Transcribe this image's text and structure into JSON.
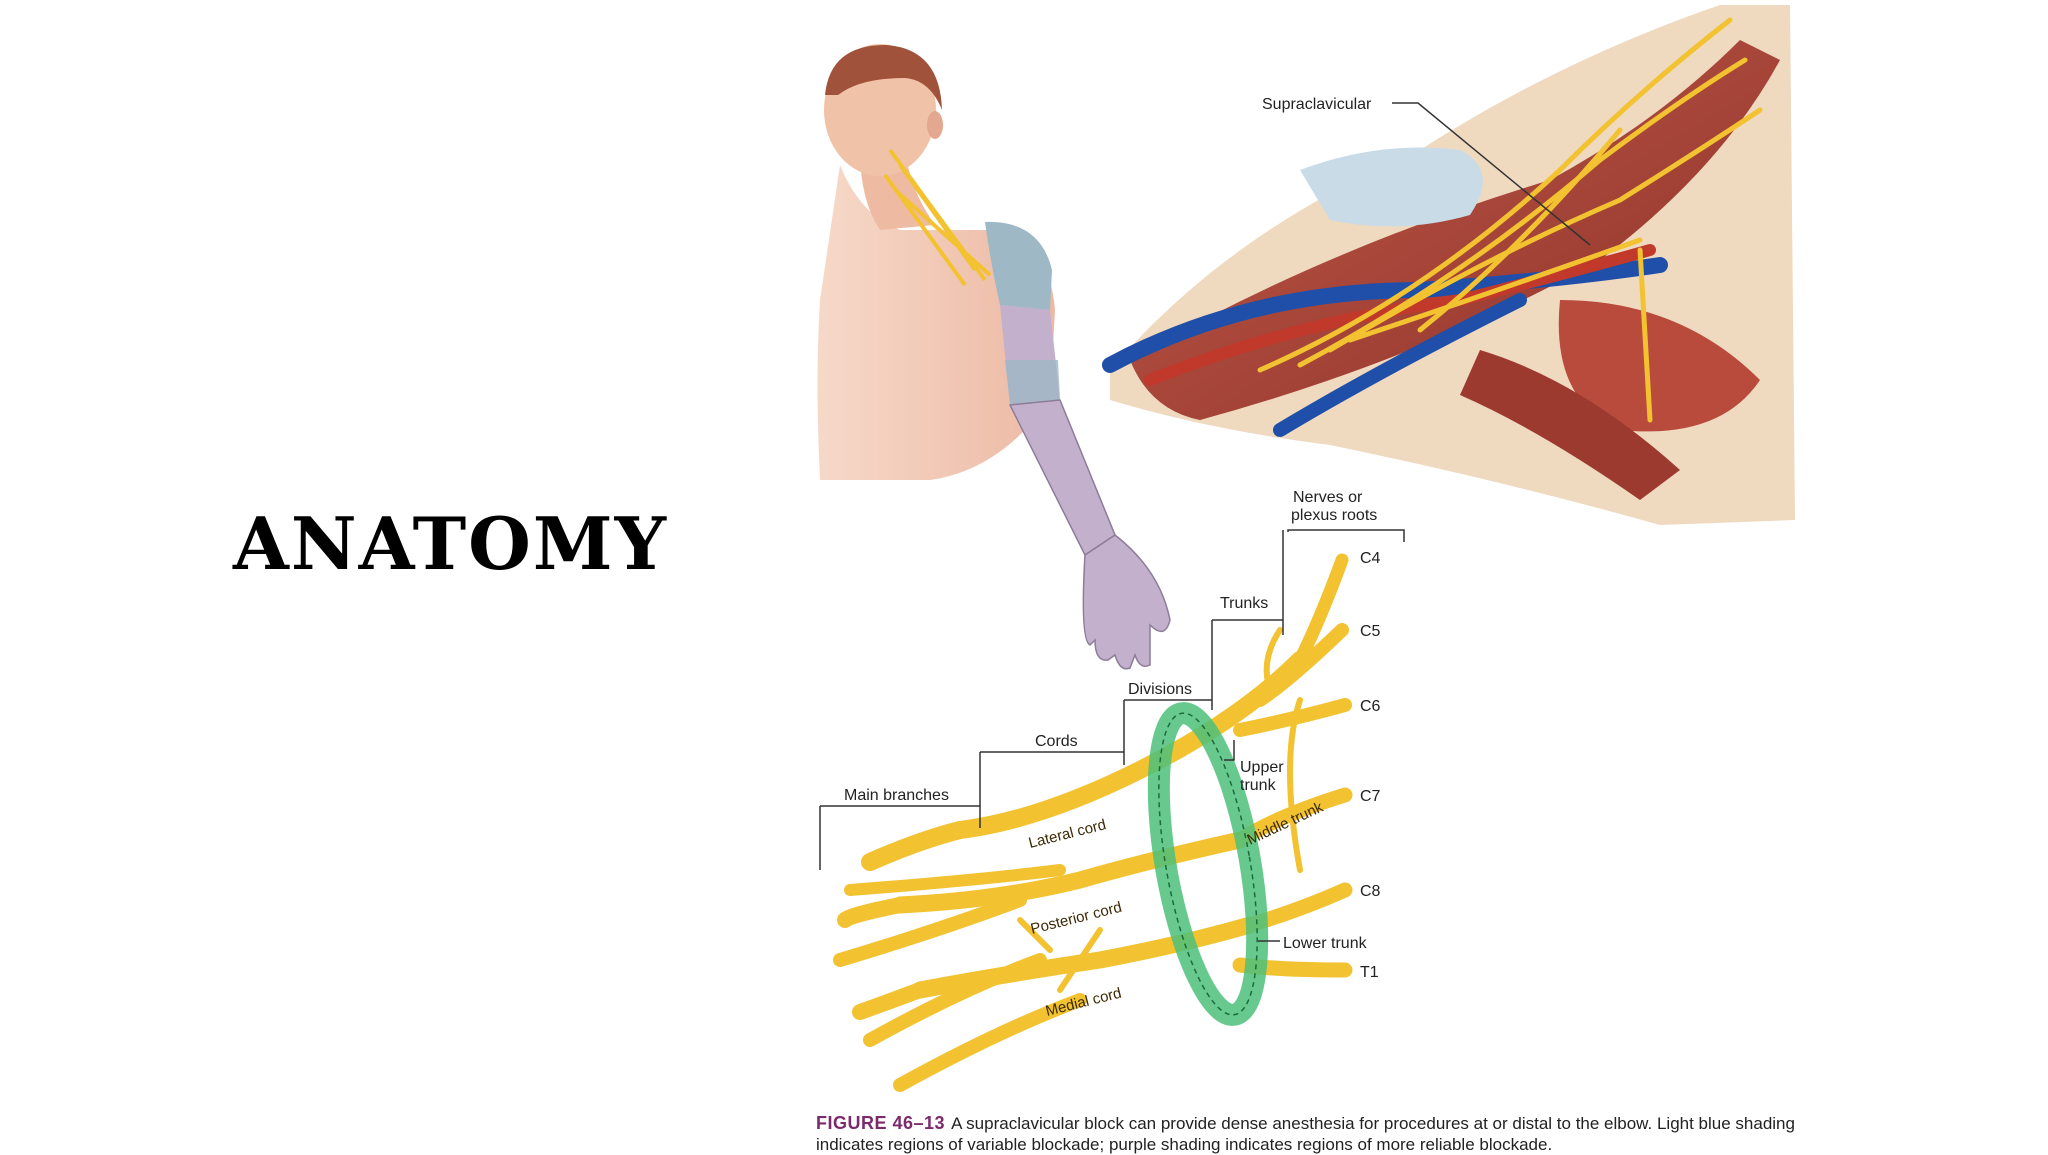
{
  "slide": {
    "title": "ANATOMY"
  },
  "labels": {
    "supraclavicular": "Supraclavicular",
    "nerves_roots_line1": "Nerves or",
    "nerves_roots_line2": "plexus roots",
    "trunks": "Trunks",
    "divisions": "Divisions",
    "cords": "Cords",
    "main_branches": "Main branches",
    "upper_trunk_line1": "Upper",
    "upper_trunk_line2": "trunk",
    "middle_trunk": "Middle trunk",
    "lower_trunk": "Lower trunk",
    "lateral_cord": "Lateral cord",
    "posterior_cord": "Posterior cord",
    "medial_cord": "Medial cord",
    "c4": "C4",
    "c5": "C5",
    "c6": "C6",
    "c7": "C7",
    "c8": "C8",
    "t1": "T1"
  },
  "caption": {
    "figure": "FIGURE 46–13",
    "text": "A supraclavicular block can provide dense anesthesia for procedures at or distal to the elbow. Light blue shading indicates regions of variable blockade; purple shading indicates regions of more reliable blockade."
  },
  "colors": {
    "nerve": "#f2c230",
    "artery": "#c0392b",
    "vein": "#1f4fa8",
    "muscle": "#a9453a",
    "skin": "#f2c7b0",
    "variable_blockade": "#9fb8c6",
    "reliable_blockade": "#c3b0cc",
    "block_ring": "#4cc07a",
    "caption_figure": "#7b2a6b"
  }
}
